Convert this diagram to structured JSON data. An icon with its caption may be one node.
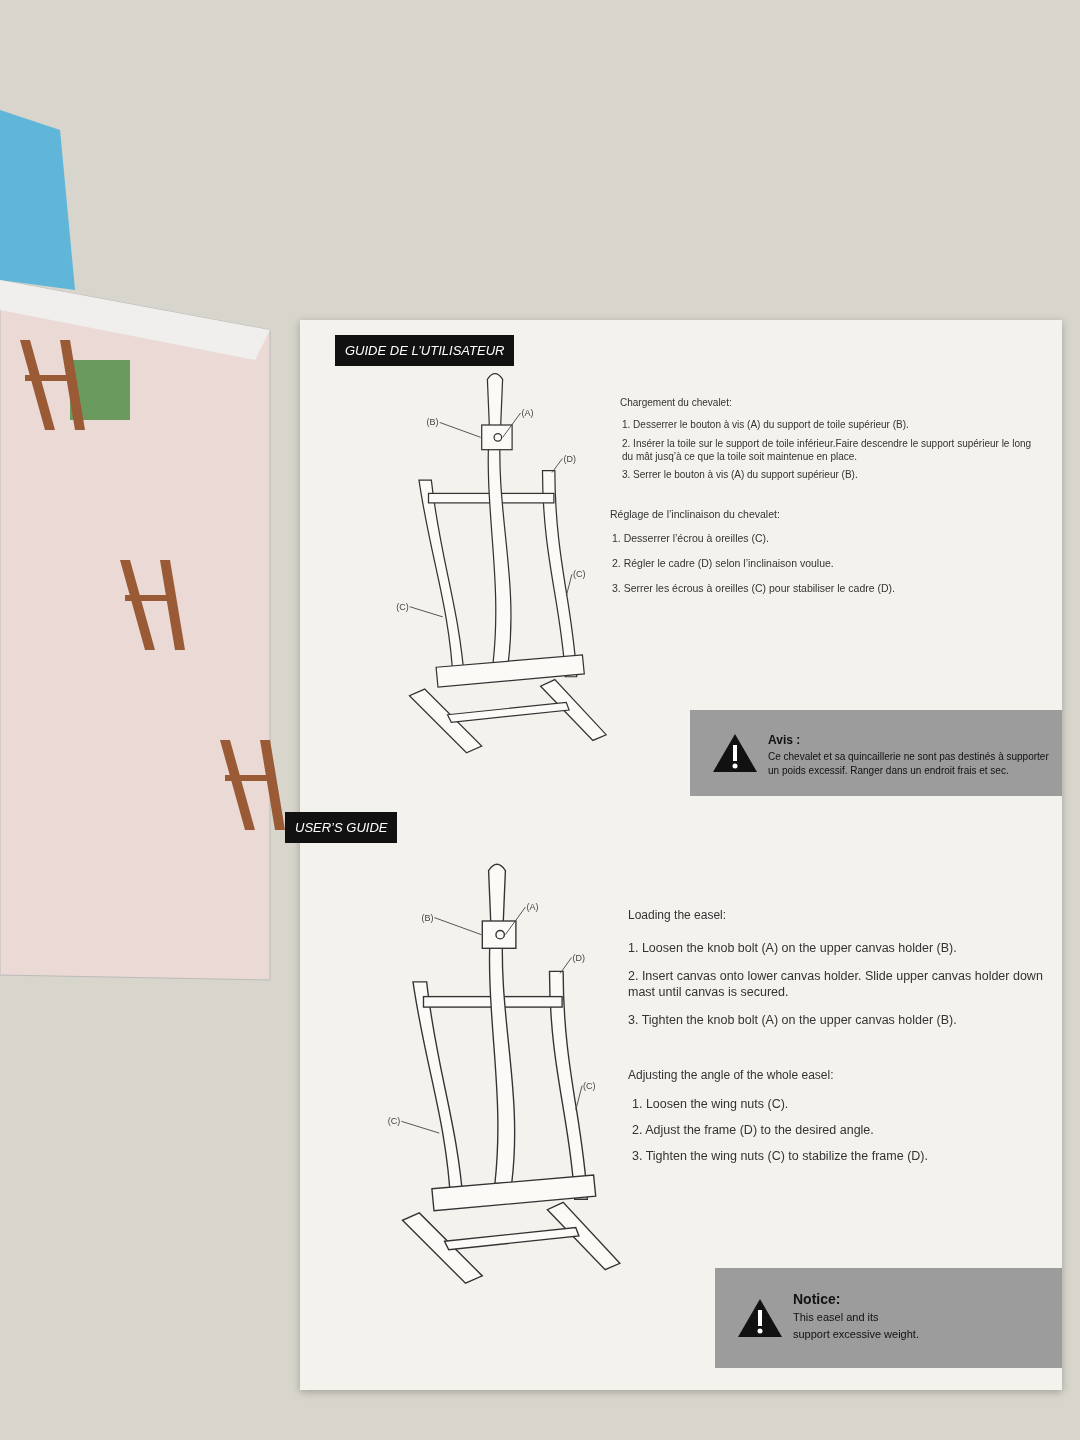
{
  "diagram": {
    "nodes": [
      {
        "text": [
          "GUIDE DE L’UTILISATEUR"
        ]
      },
      {
        "text": [
          "(B)"
        ]
      },
      {
        "text": [
          "(A)"
        ]
      },
      {
        "text": [
          "(D)"
        ]
      },
      {
        "text": [
          "(C)"
        ]
      },
      {
        "text": [
          "(C)"
        ]
      },
      {
        "text": [
          "Avis :",
          "Ce chevalet et sa quincaillerie ne sont pas destinés à supporter un poids excessif. Ranger dans un endroit frais et sec."
        ]
      },
      {
        "text": [
          "USER’S GUIDE"
        ]
      },
      {
        "text": [
          "(B)"
        ]
      },
      {
        "text": [
          "(A)"
        ]
      },
      {
        "text": [
          "(D)"
        ]
      },
      {
        "text": [
          "(C)"
        ]
      },
      {
        "text": [
          "(C)"
        ]
      },
      {
        "text": [
          "Notice:",
          "This easel and its",
          "support excessive weight."
        ]
      },
      {
        "text": [],
        "shape": "box"
      },
      {
        "text": [],
        "shape": "circle",
        "in": 14
      },
      {
        "text": [],
        "shape": "box"
      },
      {
        "text": [],
        "shape": "circle",
        "in": 16
      }
    ],
    "edges": [
      {
        "from": 1,
        "to": 14,
        "arrow": "none"
      },
      {
        "from": 2,
        "to": 15,
        "arrow": "none"
      },
      {
        "from": 3,
        "to": null,
        "arrow": "none"
      },
      {
        "from": 4,
        "to": null,
        "arrow": "none"
      },
      {
        "from": 5,
        "to": null,
        "arrow": "none"
      },
      {
        "from": 8,
        "to": 16,
        "arrow": "none"
      },
      {
        "from": 9,
        "to": 17,
        "arrow": "none"
      },
      {
        "from": 10,
        "to": null,
        "arrow": "none"
      },
      {
        "from": 11,
        "to": null,
        "arrow": "none"
      },
      {
        "from": 12,
        "to": null,
        "arrow": "none"
      }
    ],
    "labels": [
      "Chargement du chevalet:",
      "1. Desserrer le bouton à vis (A) du support de toile supérieur (B).",
      "2. Insérer la toile sur le support de toile inférieur.Faire descendre le support supérieur le long du mât jusq’à ce que la toile soit maintenue en place.",
      "3. Serrer le bouton à vis (A) du support supérieur (B).",
      "Réglage de l’inclinaison du chevalet:",
      "1. Desserrer l’écrou à oreilles (C).",
      "2. Régler le cadre (D) selon l’inclinaison voulue.",
      "3. Serrer les écrous à oreilles (C) pour stabiliser le cadre (D).",
      "Loading the easel:",
      "1. Loosen the knob bolt (A) on the upper canvas holder (B).",
      "2. Insert canvas onto lower canvas holder. Slide upper canvas holder down mast until canvas is secured.",
      "3. Tighten the knob bolt (A) on the upper canvas holder (B).",
      "Adjusting the angle of the whole easel:",
      "1. Loosen the wing nuts (C).",
      "2. Adjust the frame (D) to the desired angle.",
      "3. Tighten the wing nuts (C) to stabilize the frame (D)."
    ]
  }
}
